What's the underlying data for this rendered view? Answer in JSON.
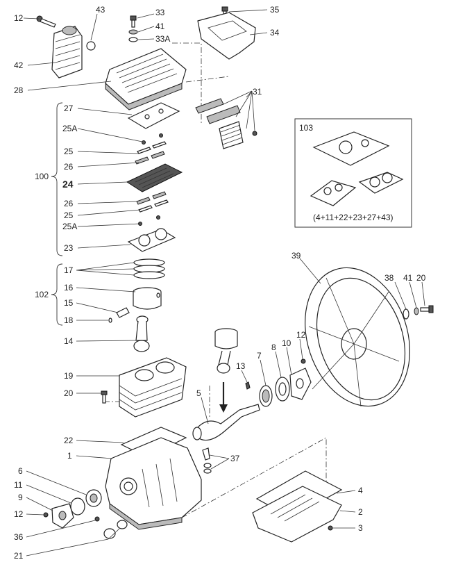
{
  "labels": {
    "p12a": "12",
    "p43": "43",
    "p33": "33",
    "p41a": "41",
    "p33a": "33A",
    "p35": "35",
    "p34": "34",
    "p42": "42",
    "p28": "28",
    "p31": "31",
    "p27": "27",
    "p25a_top": "25A",
    "p25_top": "25",
    "p26_top": "26",
    "p100": "100",
    "p24": "24",
    "p26_bot": "26",
    "p25_bot": "25",
    "p25a_bot": "25A",
    "p23": "23",
    "p103": "103",
    "kit_formula": "(4+11+22+23+27+43)",
    "p17": "17",
    "p16": "16",
    "p102": "102",
    "p15": "15",
    "p18": "18",
    "p39": "39",
    "p38": "38",
    "p41b": "41",
    "p20a": "20",
    "p14": "14",
    "p13": "13",
    "p7": "7",
    "p8": "8",
    "p10": "10",
    "p12b": "12",
    "p19": "19",
    "p20b": "20",
    "p5": "5",
    "p22": "22",
    "p1": "1",
    "p37": "37",
    "p6": "6",
    "p11": "11",
    "p9": "9",
    "p12c": "12",
    "p36": "36",
    "p21": "21",
    "p4": "4",
    "p2": "2",
    "p3": "3"
  }
}
